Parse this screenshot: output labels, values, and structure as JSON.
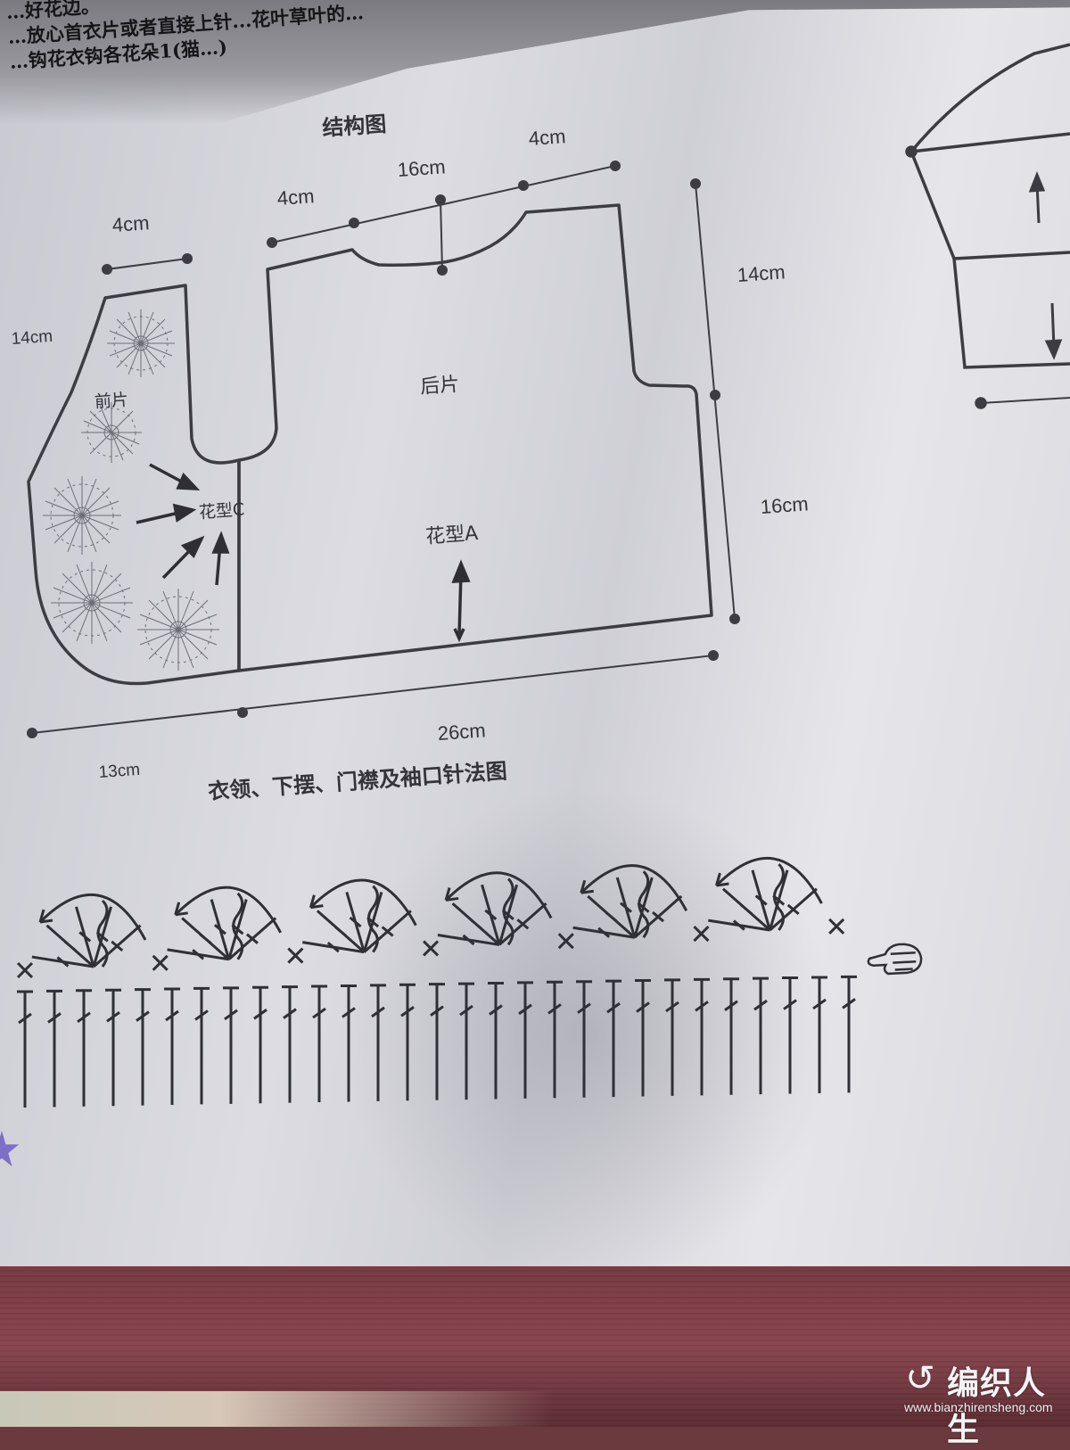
{
  "header_text": {
    "lines": [
      "…好花边。",
      "…放心首衣片或者直接上针...花叶草叶的…",
      "…钩花衣钩各花朵1(猫…)"
    ]
  },
  "structure": {
    "title": "结构图",
    "dimensions": {
      "top_left_width": "4cm",
      "neck_side_left": "4cm",
      "neck_width": "16cm",
      "neck_side_right": "4cm",
      "armhole_height": "14cm",
      "left_height": "14cm",
      "body_height": "16cm",
      "back_width": "26cm",
      "front_width": "13cm"
    },
    "labels": {
      "front_piece": "前片",
      "back_piece": "后片",
      "pattern_c": "花型C",
      "pattern_a": "花型A"
    }
  },
  "stitch_chart": {
    "title": "衣领、下摆、门襟及袖口针法图",
    "shell_count": 6,
    "column_count": 29,
    "start_marker": "hand-pointer-icon"
  },
  "watermark": {
    "name": "编织人生",
    "url": "www.bianzhirensheng.com",
    "logo_icon": "spiral-logo-icon"
  },
  "colors": {
    "paper": "#d8d8de",
    "ink": "#3a3a40",
    "cloth": "#7a3c44",
    "star": "#7d6fc6"
  }
}
